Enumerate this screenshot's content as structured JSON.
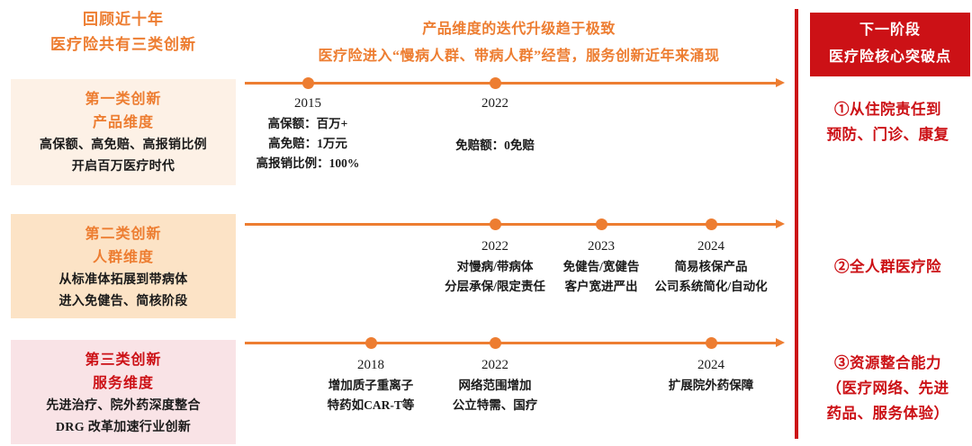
{
  "left": {
    "title_lines": [
      "回顾近十年",
      "医疗险共有三类创新"
    ],
    "accent_color": "#ED7D31",
    "categories": [
      {
        "head": "第一类创新",
        "sub": "产品维度",
        "desc_lines": [
          "高保额、高免赔、高报销比例",
          "开启百万医疗时代"
        ],
        "bg": "#FDF1E6",
        "title_color": "#ED7D31"
      },
      {
        "head": "第二类创新",
        "sub": "人群维度",
        "desc_lines": [
          "从标准体拓展到带病体",
          "进入免健告、简核阶段"
        ],
        "bg": "#FCE3C6",
        "title_color": "#ED7D31"
      },
      {
        "head": "第三类创新",
        "sub": "服务维度",
        "desc_lines": [
          "先进治疗、院外药深度整合",
          "DRG 改革加速行业创新"
        ],
        "bg": "#F9E3E6",
        "title_color": "#CC1116"
      }
    ]
  },
  "middle": {
    "title_line1": "产品维度的迭代升级趋于极致",
    "title_line2": "医疗险进入“慢病人群、带病人群”经营，服务创新近年来涌现",
    "timelines": [
      {
        "name": "timeline-product",
        "nodes": [
          {
            "year": "2015",
            "lines": [
              "高保额：百万+",
              "高免赔：1万元",
              "高报销比例：100%"
            ]
          },
          {
            "year": "2022",
            "lines": [
              "免赔额：0免赔"
            ]
          }
        ]
      },
      {
        "name": "timeline-population",
        "nodes": [
          {
            "year": "2022",
            "lines": [
              "对慢病/带病体",
              "分层承保/限定责任"
            ]
          },
          {
            "year": "2023",
            "lines": [
              "免健告/宽健告",
              "客户宽进严出"
            ]
          },
          {
            "year": "2024",
            "lines": [
              "简易核保产品",
              "公司系统简化/自动化"
            ]
          }
        ]
      },
      {
        "name": "timeline-service",
        "nodes": [
          {
            "year": "2018",
            "lines": [
              "增加质子重离子",
              "特药如CAR-T等"
            ]
          },
          {
            "year": "2022",
            "lines": [
              "网络范围增加",
              "公立特需、国疗"
            ]
          },
          {
            "year": "2024",
            "lines": [
              "扩展院外药保障"
            ]
          }
        ]
      }
    ]
  },
  "right": {
    "header_lines": [
      "下一阶段",
      "医疗险核心突破点"
    ],
    "header_bg": "#CC1116",
    "header_color": "#FFFFFF",
    "items": [
      {
        "lines": [
          "①从住院责任到",
          "预防、门诊、康复"
        ]
      },
      {
        "lines": [
          "②全人群医疗险"
        ]
      },
      {
        "lines": [
          "③资源整合能力",
          "（医疗网络、先进",
          "药品、服务体验）"
        ]
      }
    ]
  }
}
